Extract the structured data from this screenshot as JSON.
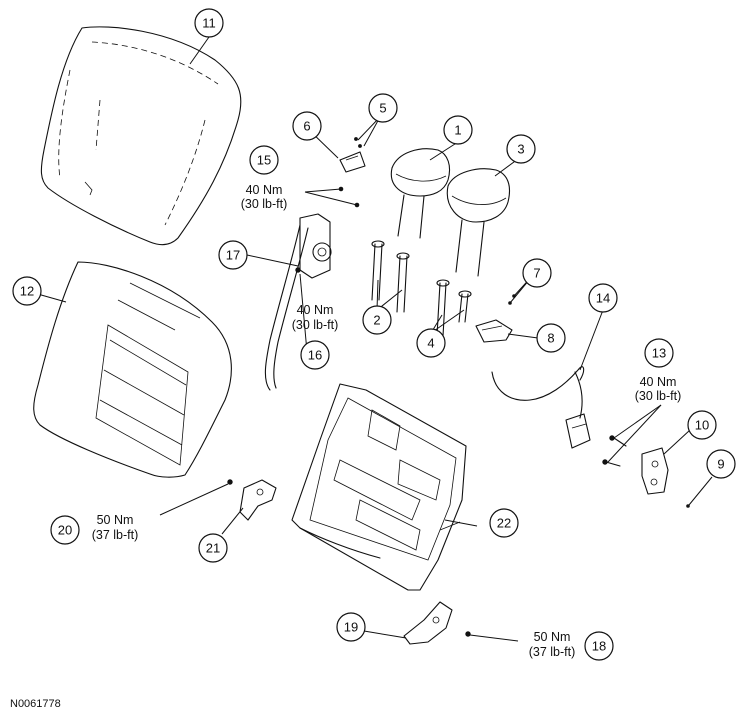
{
  "figure_id": "N0061778",
  "callouts": [
    {
      "id": "1"
    },
    {
      "id": "2"
    },
    {
      "id": "3"
    },
    {
      "id": "4"
    },
    {
      "id": "5"
    },
    {
      "id": "6"
    },
    {
      "id": "7"
    },
    {
      "id": "8"
    },
    {
      "id": "9"
    },
    {
      "id": "10"
    },
    {
      "id": "11"
    },
    {
      "id": "12"
    },
    {
      "id": "13"
    },
    {
      "id": "14"
    },
    {
      "id": "15"
    },
    {
      "id": "16"
    },
    {
      "id": "17"
    },
    {
      "id": "18"
    },
    {
      "id": "19"
    },
    {
      "id": "20"
    },
    {
      "id": "21"
    },
    {
      "id": "22"
    }
  ],
  "torque_specs": {
    "t15": {
      "nm": "40 Nm",
      "lbft": "(30 lb-ft)"
    },
    "t16": {
      "nm": "40 Nm",
      "lbft": "(30 lb-ft)"
    },
    "t13": {
      "nm": "40 Nm",
      "lbft": "(30 lb-ft)"
    },
    "t20": {
      "nm": "50 Nm",
      "lbft": "(37 lb-ft)"
    },
    "t18": {
      "nm": "50 Nm",
      "lbft": "(37 lb-ft)"
    }
  }
}
